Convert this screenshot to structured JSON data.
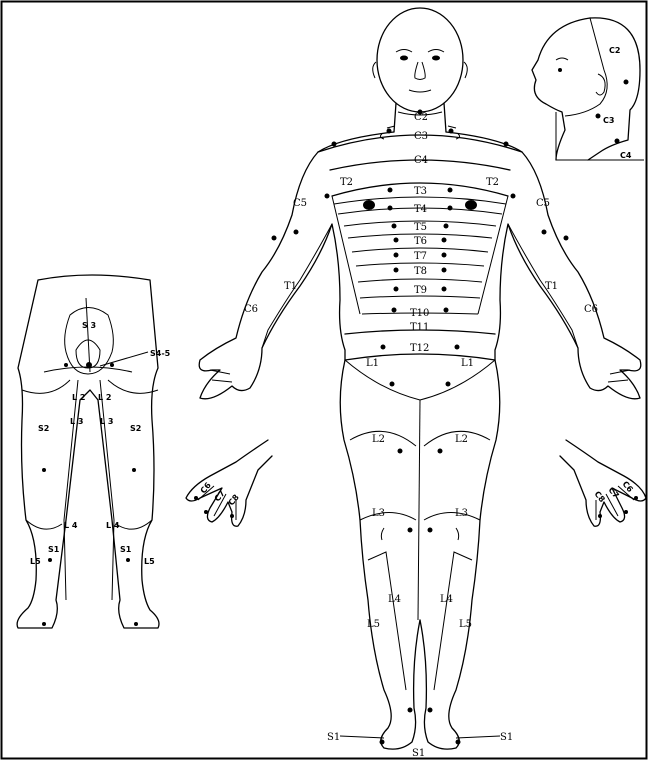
{
  "front_labels": {
    "c2": "C2",
    "c3": "C3",
    "c4": "C4",
    "c5_right": "C5",
    "c5_left": "C5",
    "c6_right": "C6",
    "c6_left": "C6",
    "t1_right": "T1",
    "t1_left": "T1",
    "t2_right": "T2",
    "t2_left": "T2",
    "t3": "T3",
    "t4": "T4",
    "t5": "T5",
    "t6": "T6",
    "t7": "T7",
    "t8": "T8",
    "t9": "T9",
    "t10": "T10",
    "t11": "T11",
    "t12": "T12",
    "l1_right": "L1",
    "l1_left": "L1",
    "l2_right": "L2",
    "l2_left": "L2",
    "l3_right": "L3",
    "l3_left": "L3",
    "l4_right": "L4",
    "l4_left": "L4",
    "l5_right": "L5",
    "l5_left": "L5",
    "s1_right": "S1",
    "s1_center": "S1",
    "s1_left": "S1"
  },
  "head_labels": {
    "c2": "C2",
    "c3": "C3",
    "c4": "C4"
  },
  "back_labels": {
    "s3": "S 3",
    "s45": "S4-5",
    "s2_right": "S2",
    "s2_left": "S2",
    "l2_right": "L 2",
    "l2_left": "L 2",
    "l3_right": "L 3",
    "l3_left": "L 3",
    "l4_right": "L 4",
    "l4_left": "L 4",
    "s1_right": "S1",
    "s1_left": "S1",
    "l5_right": "L5",
    "l5_left": "L5"
  },
  "hand_labels": {
    "right_c6": "C6",
    "right_c7": "C7",
    "right_c8": "C8",
    "left_c6": "C6",
    "left_c7": "C7",
    "left_c8": "C8"
  }
}
